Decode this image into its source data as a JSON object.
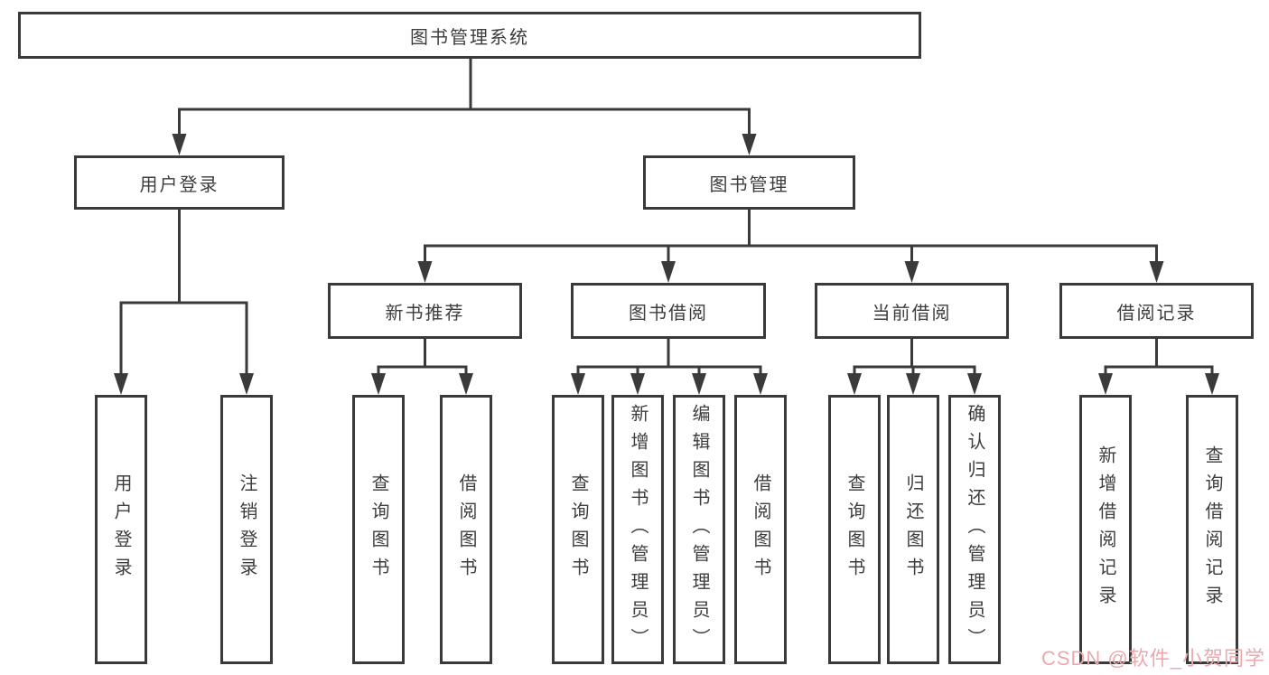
{
  "tree": {
    "root": {
      "label": "图书管理系统",
      "children": [
        {
          "label": "用户登录",
          "children": [
            {
              "label": "用户登录"
            },
            {
              "label": "注销登录"
            }
          ]
        },
        {
          "label": "图书管理",
          "children": [
            {
              "label": "新书推荐",
              "children": [
                {
                  "label": "查询图书"
                },
                {
                  "label": "借阅图书"
                }
              ]
            },
            {
              "label": "图书借阅",
              "children": [
                {
                  "label": "查询图书"
                },
                {
                  "label": "新增图书（管理员）"
                },
                {
                  "label": "编辑图书（管理员）"
                },
                {
                  "label": "借阅图书"
                }
              ]
            },
            {
              "label": "当前借阅",
              "children": [
                {
                  "label": "查询图书"
                },
                {
                  "label": "归还图书"
                },
                {
                  "label": "确认归还（管理员）"
                }
              ]
            },
            {
              "label": "借阅记录",
              "children": [
                {
                  "label": "新增借阅记录"
                },
                {
                  "label": "查询借阅记录"
                }
              ]
            }
          ]
        }
      ]
    }
  },
  "watermark": {
    "text": "CSDN @软件_小贺同学"
  },
  "colors": {
    "line": "#3a3a3a",
    "box_border": "#3a3a3a",
    "text": "#3d3d3d",
    "watermark": "#eba9ae",
    "background": "#ffffff"
  }
}
